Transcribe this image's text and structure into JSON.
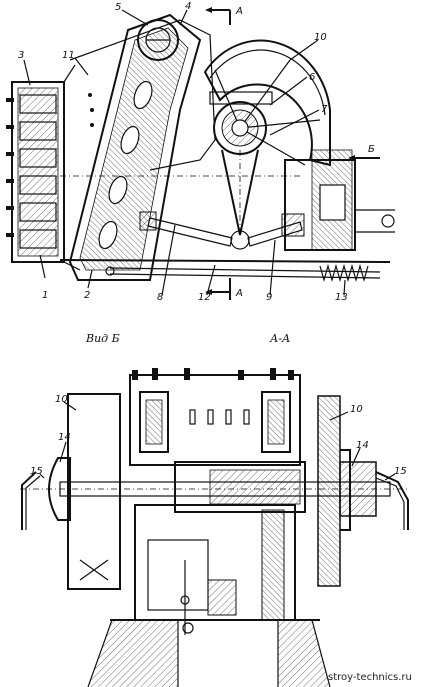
{
  "top_view": {
    "part_numbers": [
      "1",
      "2",
      "3",
      "4",
      "5",
      "6",
      "7",
      "8",
      "9",
      "10",
      "11",
      "12",
      "13"
    ],
    "section_marker": "A",
    "view_marker": "Б"
  },
  "bottom_views": {
    "left_caption": "Вид Б",
    "right_caption": "А-А",
    "left_parts": [
      "10",
      "14",
      "15"
    ],
    "right_parts": [
      "10",
      "14",
      "15"
    ]
  },
  "watermark": "stroy-technics.ru"
}
